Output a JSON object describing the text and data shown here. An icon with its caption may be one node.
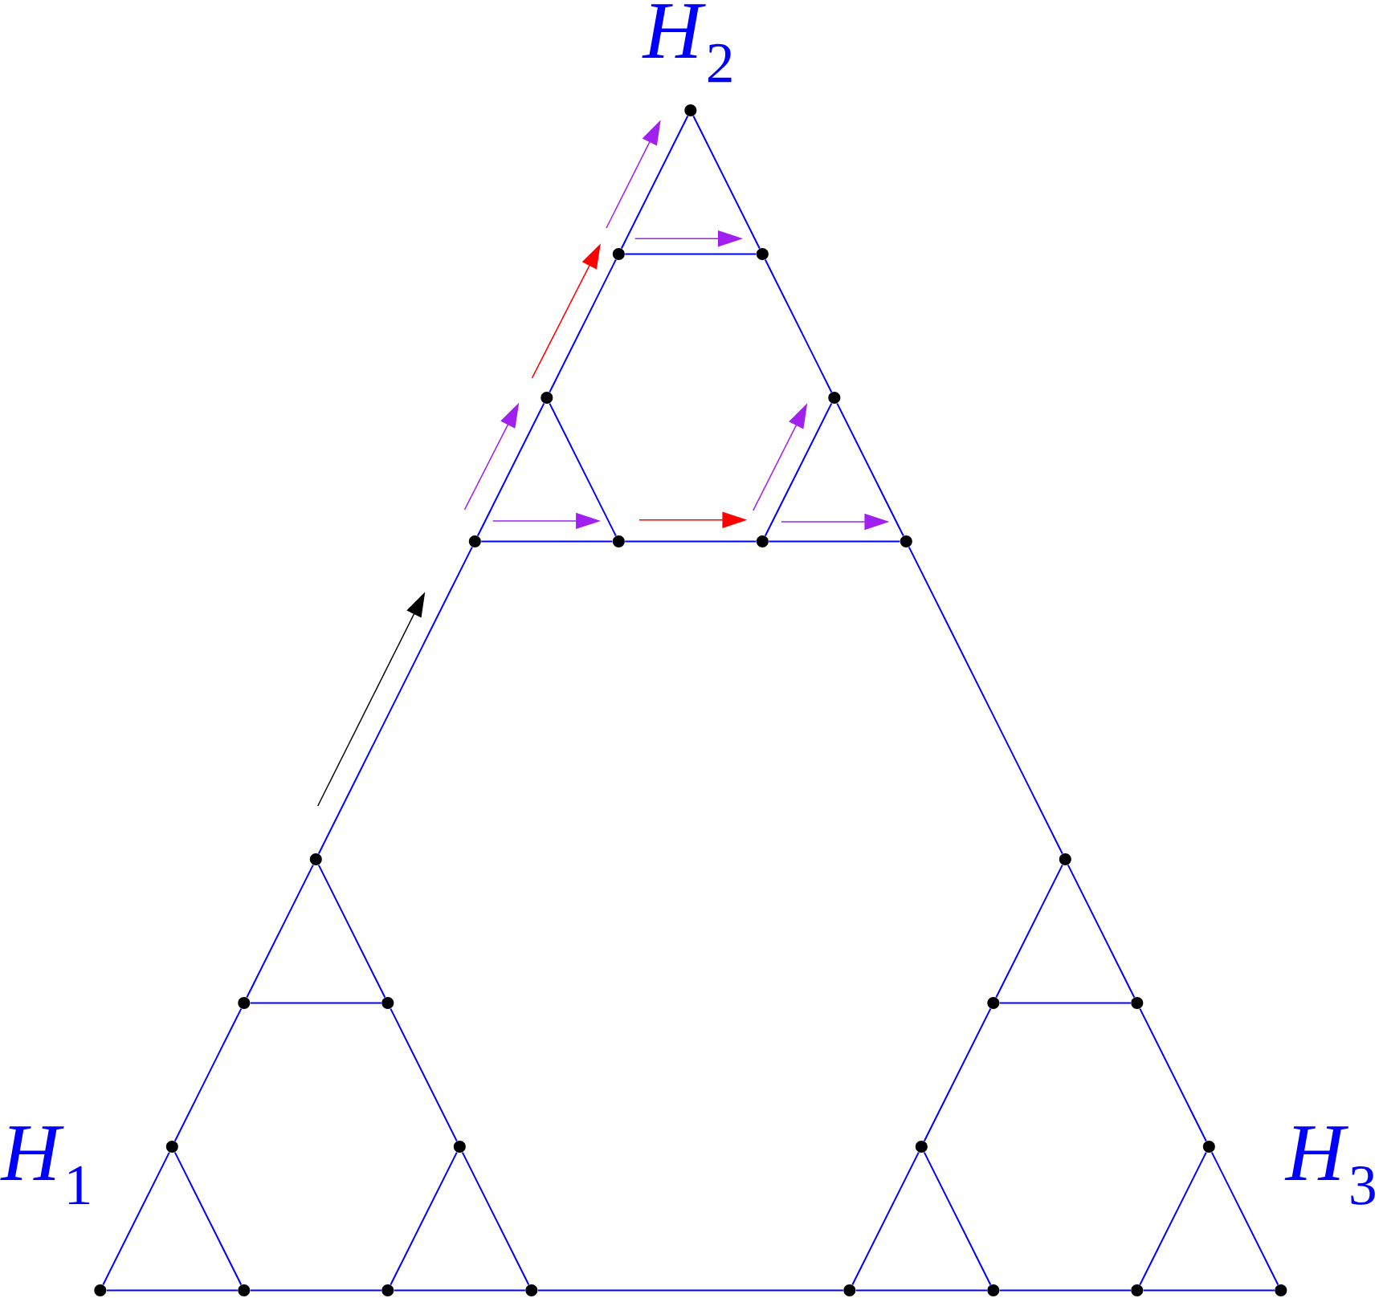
{
  "diagram": {
    "nodes": [
      {
        "text": [],
        "shape": "circle"
      },
      {
        "text": [],
        "shape": "circle"
      },
      {
        "text": [],
        "shape": "circle"
      },
      {
        "text": [],
        "shape": "circle"
      },
      {
        "text": [],
        "shape": "circle"
      },
      {
        "text": [],
        "shape": "circle"
      },
      {
        "text": [],
        "shape": "circle"
      },
      {
        "text": [],
        "shape": "circle"
      },
      {
        "text": [],
        "shape": "circle"
      },
      {
        "text": [],
        "shape": "circle"
      },
      {
        "text": [],
        "shape": "circle"
      },
      {
        "text": [],
        "shape": "circle"
      },
      {
        "text": [],
        "shape": "circle"
      },
      {
        "text": [],
        "shape": "circle"
      },
      {
        "text": [],
        "shape": "circle"
      },
      {
        "text": [],
        "shape": "circle"
      },
      {
        "text": [],
        "shape": "circle"
      },
      {
        "text": [],
        "shape": "circle"
      },
      {
        "text": [],
        "shape": "circle"
      },
      {
        "text": [],
        "shape": "circle"
      },
      {
        "text": [],
        "shape": "circle"
      },
      {
        "text": [],
        "shape": "circle"
      },
      {
        "text": [],
        "shape": "circle"
      },
      {
        "text": [],
        "shape": "circle"
      },
      {
        "text": [],
        "shape": "circle"
      },
      {
        "text": [],
        "shape": "circle"
      },
      {
        "text": [],
        "shape": "circle"
      }
    ],
    "edges": [
      {
        "from": 0,
        "to": 1,
        "arrow": "none"
      },
      {
        "from": 0,
        "to": 2,
        "arrow": "none"
      },
      {
        "from": 1,
        "to": 2,
        "arrow": "none"
      },
      {
        "from": 1,
        "to": 3,
        "arrow": "none"
      },
      {
        "from": 2,
        "to": 4,
        "arrow": "none"
      },
      {
        "from": 3,
        "to": 5,
        "arrow": "none"
      },
      {
        "from": 3,
        "to": 6,
        "arrow": "none"
      },
      {
        "from": 5,
        "to": 6,
        "arrow": "none"
      },
      {
        "from": 4,
        "to": 7,
        "arrow": "none"
      },
      {
        "from": 4,
        "to": 8,
        "arrow": "none"
      },
      {
        "from": 7,
        "to": 8,
        "arrow": "none"
      },
      {
        "from": 6,
        "to": 7,
        "arrow": "none"
      },
      {
        "from": 5,
        "to": 9,
        "arrow": "none"
      },
      {
        "from": 8,
        "to": 10,
        "arrow": "none"
      },
      {
        "from": 9,
        "to": 11,
        "arrow": "none"
      },
      {
        "from": 9,
        "to": 12,
        "arrow": "none"
      },
      {
        "from": 11,
        "to": 12,
        "arrow": "none"
      },
      {
        "from": 11,
        "to": 15,
        "arrow": "none"
      },
      {
        "from": 12,
        "to": 16,
        "arrow": "none"
      },
      {
        "from": 15,
        "to": 19,
        "arrow": "none"
      },
      {
        "from": 15,
        "to": 20,
        "arrow": "none"
      },
      {
        "from": 19,
        "to": 20,
        "arrow": "none"
      },
      {
        "from": 16,
        "to": 21,
        "arrow": "none"
      },
      {
        "from": 16,
        "to": 22,
        "arrow": "none"
      },
      {
        "from": 21,
        "to": 22,
        "arrow": "none"
      },
      {
        "from": 20,
        "to": 21,
        "arrow": "none"
      },
      {
        "from": 10,
        "to": 13,
        "arrow": "none"
      },
      {
        "from": 10,
        "to": 14,
        "arrow": "none"
      },
      {
        "from": 13,
        "to": 14,
        "arrow": "none"
      },
      {
        "from": 13,
        "to": 17,
        "arrow": "none"
      },
      {
        "from": 14,
        "to": 18,
        "arrow": "none"
      },
      {
        "from": 17,
        "to": 23,
        "arrow": "none"
      },
      {
        "from": 17,
        "to": 24,
        "arrow": "none"
      },
      {
        "from": 23,
        "to": 24,
        "arrow": "none"
      },
      {
        "from": 18,
        "to": 25,
        "arrow": "none"
      },
      {
        "from": 18,
        "to": 26,
        "arrow": "none"
      },
      {
        "from": 25,
        "to": 26,
        "arrow": "none"
      },
      {
        "from": 24,
        "to": 25,
        "arrow": "none"
      },
      {
        "from": 22,
        "to": 23,
        "arrow": "none"
      }
    ],
    "labels": [
      "*H*$_{2}$",
      "*H*$_{1}$",
      "*H*$_{3}$"
    ]
  }
}
